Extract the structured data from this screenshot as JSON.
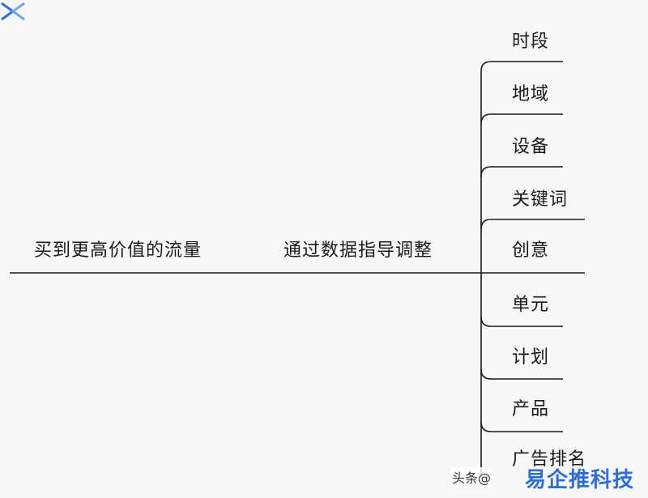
{
  "diagram": {
    "root": "买到更高价值的流量",
    "middle": "通过数据指导调整",
    "branches": [
      "时段",
      "地域",
      "设备",
      "关键词",
      "创意",
      "单元",
      "计划",
      "产品",
      "广告排名"
    ]
  },
  "watermark": {
    "text": "头条@",
    "brand": "易企推科技"
  },
  "colors": {
    "line": "#1a1a1a",
    "background": "#f7f7f7",
    "brand": "#2c6fd6"
  }
}
